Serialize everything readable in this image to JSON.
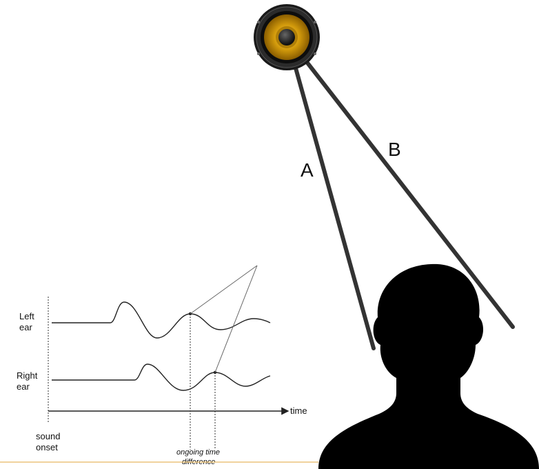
{
  "path_labels": {
    "a": "A",
    "b": "B"
  },
  "waveform": {
    "left_ear": [
      "Left",
      "ear"
    ],
    "right_ear": [
      "Right",
      "ear"
    ],
    "time": "time",
    "sound_onset": [
      "sound",
      "onset"
    ],
    "ongoing_time_difference": [
      "ongoing time",
      "difference"
    ]
  },
  "colors": {
    "speaker_cone": "#d39b0c",
    "silhouette": "#000000",
    "baseline": "#e6b860"
  },
  "icons": [
    "speaker-icon",
    "head-silhouette-icon"
  ]
}
